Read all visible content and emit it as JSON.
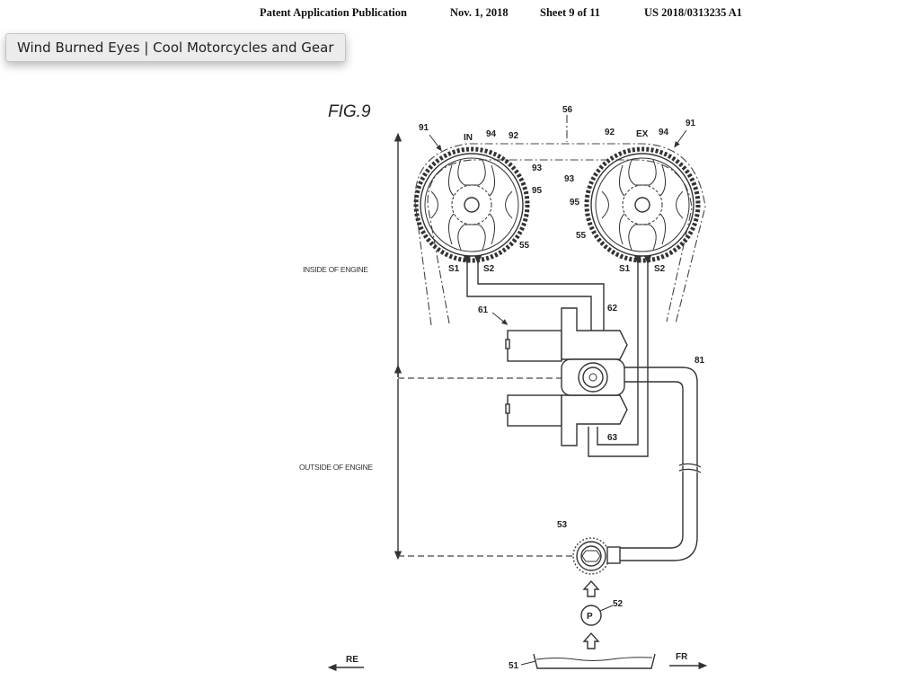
{
  "tooltip": {
    "text": "Wind Burned Eyes | Cool Motorcycles and Gear"
  },
  "patent_header": {
    "publication_type": "Patent Application Publication",
    "date": "Nov. 1, 2018",
    "sheet": "Sheet 9 of 11",
    "number": "US 2018/0313235 A1"
  },
  "figure": {
    "title": "FIG.9",
    "regions": {
      "inside": "INSIDE OF ENGINE",
      "outside": "OUTSIDE OF ENGINE"
    },
    "directions": {
      "rear": "RE",
      "front": "FR"
    },
    "sprockets": {
      "intake": {
        "label": "IN",
        "ref_assembly": "91",
        "ref_94": "94",
        "ref_92": "92",
        "ref_93": "93",
        "ref_95": "95",
        "ref_55": "55",
        "s1": "S1",
        "s2": "S2"
      },
      "exhaust": {
        "label": "EX",
        "ref_assembly": "91",
        "ref_94": "94",
        "ref_92": "92",
        "ref_93": "93",
        "ref_95": "95",
        "ref_55": "55",
        "s1": "S1",
        "s2": "S2"
      }
    },
    "refs": {
      "chain": "56",
      "valve_unit": "61",
      "valve_upper": "62",
      "valve_lower": "63",
      "pipe": "81",
      "filter": "53",
      "pump": "52",
      "pump_symbol": "P",
      "oil_pan": "51"
    }
  }
}
